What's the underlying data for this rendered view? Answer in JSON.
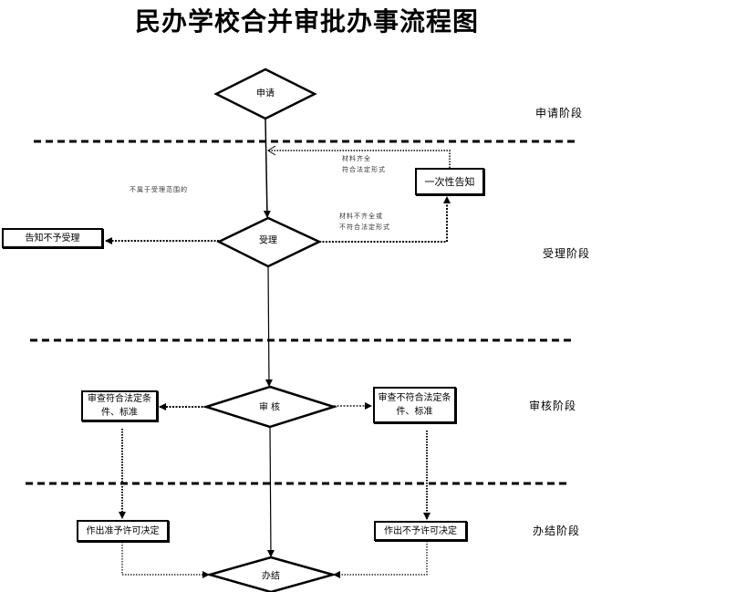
{
  "title": "民办学校合并审批办事流程图",
  "stages": {
    "apply": "申请阶段",
    "accept": "受理阶段",
    "review": "审核阶段",
    "close": "办结阶段"
  },
  "nodes": {
    "apply": "申请",
    "accept": "受理",
    "review": "审核",
    "close": "办结",
    "notify_once": "一次性告知",
    "reject_accept": "告知不予受理",
    "meets_standard": "审查符合法定条件、标准",
    "not_meets_standard": "审查不符合法定条件、标准",
    "grant": "作出准予许可决定",
    "deny": "作出不予许可决定"
  },
  "notes": {
    "materials_complete_line1": "材料齐全",
    "materials_complete_line2": "符合法定形式",
    "materials_incomplete_line1": "材料不齐全或",
    "materials_incomplete_line2": "不符合法定形式",
    "out_of_scope": "不属于受理范围的"
  }
}
